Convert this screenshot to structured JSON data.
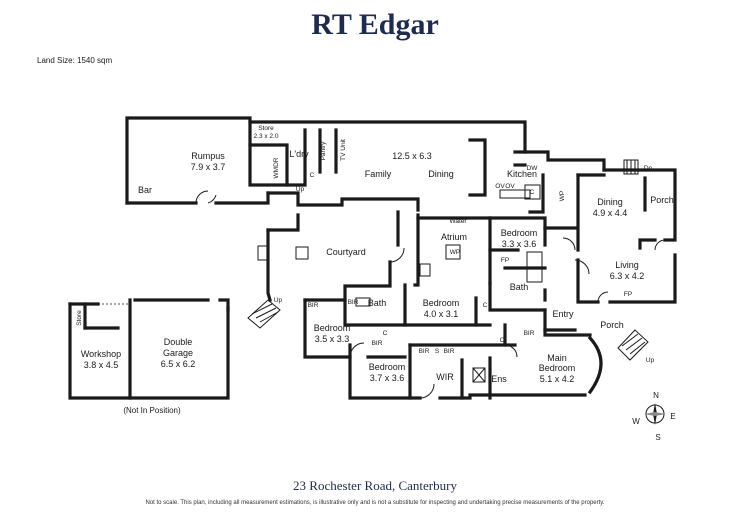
{
  "header": {
    "brand": "RT Edgar",
    "land_size": "Land Size: 1540 sqm"
  },
  "rooms": {
    "store_top": {
      "name": "Store",
      "dims": "2.3 x 2.0"
    },
    "ldry": {
      "name": "L'dry"
    },
    "rumpus": {
      "name": "Rumpus",
      "dims": "7.9 x 3.7"
    },
    "bar": {
      "name": "Bar"
    },
    "family_dims": {
      "name": "12.5 x 6.3"
    },
    "family": {
      "name": "Family"
    },
    "dining_main": {
      "name": "Dining"
    },
    "kitchen": {
      "name": "Kitchen"
    },
    "dining_east": {
      "name": "Dining",
      "dims": "4.9 x 4.4"
    },
    "porch_top": {
      "name": "Porch"
    },
    "courtyard": {
      "name": "Courtyard"
    },
    "atrium": {
      "name": "Atrium"
    },
    "bedroom_a": {
      "name": "Bedroom",
      "dims": "3.3 x 3.6"
    },
    "bath_a": {
      "name": "Bath"
    },
    "living": {
      "name": "Living",
      "dims": "6.3 x 4.2"
    },
    "bedroom_b": {
      "name": "Bedroom",
      "dims": "4.0 x 3.1"
    },
    "bath_b": {
      "name": "Bath"
    },
    "bedroom_c": {
      "name": "Bedroom",
      "dims": "3.5 x 3.3"
    },
    "entry": {
      "name": "Entry"
    },
    "porch_bottom": {
      "name": "Porch"
    },
    "bedroom_d": {
      "name": "Bedroom",
      "dims": "3.7 x 3.6"
    },
    "wir": {
      "name": "WIR"
    },
    "ens": {
      "name": "Ens"
    },
    "main_bedroom": {
      "name": "Main",
      "name2": "Bedroom",
      "dims": "5.1 x 4.2"
    },
    "workshop": {
      "name": "Workshop",
      "dims": "3.8 x 4.5"
    },
    "double_garage": {
      "name": "Double",
      "name2": "Garage",
      "dims": "6.5 x 6.2"
    },
    "store_garage": {
      "name": "Store"
    }
  },
  "marks": {
    "up": "Up",
    "dn": "Dn",
    "water": "Water",
    "wp": "WP",
    "dw": "DW",
    "bir": "BIR",
    "s": "S",
    "c": "C",
    "fp": "FP",
    "pantry": "Pantry",
    "tv_unit": "TV Unit",
    "wmdr": "WMDR",
    "ov": "OV"
  },
  "garage_note": "(Not In Position)",
  "compass": {
    "n": "N",
    "e": "E",
    "s": "S",
    "w": "W"
  },
  "footer": {
    "address": "23 Rochester Road, Canterbury",
    "disclaimer": "Not to scale. This plan, including all measurement estimations, is illustrative only and is not a substitute for inspecting and undertaking precise measurements of the property."
  }
}
